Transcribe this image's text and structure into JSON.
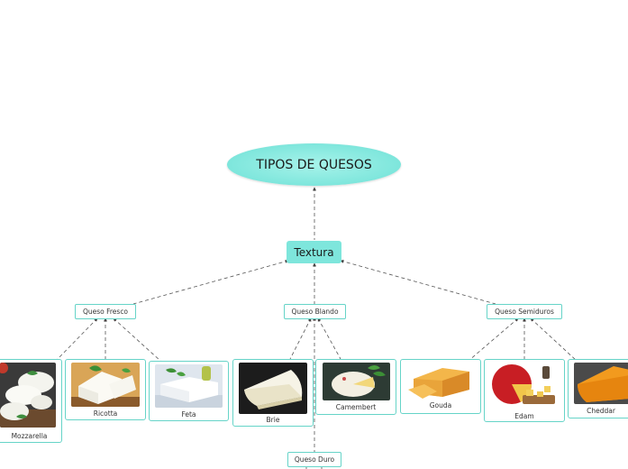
{
  "root": {
    "label": "TIPOS DE QUESOS"
  },
  "main_topic": {
    "label": "Textura"
  },
  "categories": [
    {
      "key": "fresco",
      "label": "Queso Fresco"
    },
    {
      "key": "blando",
      "label": "Queso Blando"
    },
    {
      "key": "semiduros",
      "label": "Queso Semiduros"
    },
    {
      "key": "duro",
      "label": "Queso Duro"
    }
  ],
  "cheeses": [
    {
      "key": "mozzarella",
      "label": "Mozzarella",
      "category": "Queso Fresco"
    },
    {
      "key": "ricotta",
      "label": "Ricotta",
      "category": "Queso Fresco"
    },
    {
      "key": "feta",
      "label": "Feta",
      "category": "Queso Fresco"
    },
    {
      "key": "brie",
      "label": "Brie",
      "category": "Queso Blando"
    },
    {
      "key": "camembert",
      "label": "Camembert",
      "category": "Queso Blando"
    },
    {
      "key": "gouda",
      "label": "Gouda",
      "category": "Queso Semiduros"
    },
    {
      "key": "edam",
      "label": "Edam",
      "category": "Queso Semiduros"
    },
    {
      "key": "cheddar",
      "label": "Cheddar",
      "category": "Queso Semiduros"
    }
  ],
  "colors": {
    "root": "#7ee6dc",
    "main_topic": "#7ee6dc",
    "border": "#66d4c8",
    "connector": "#555555"
  }
}
